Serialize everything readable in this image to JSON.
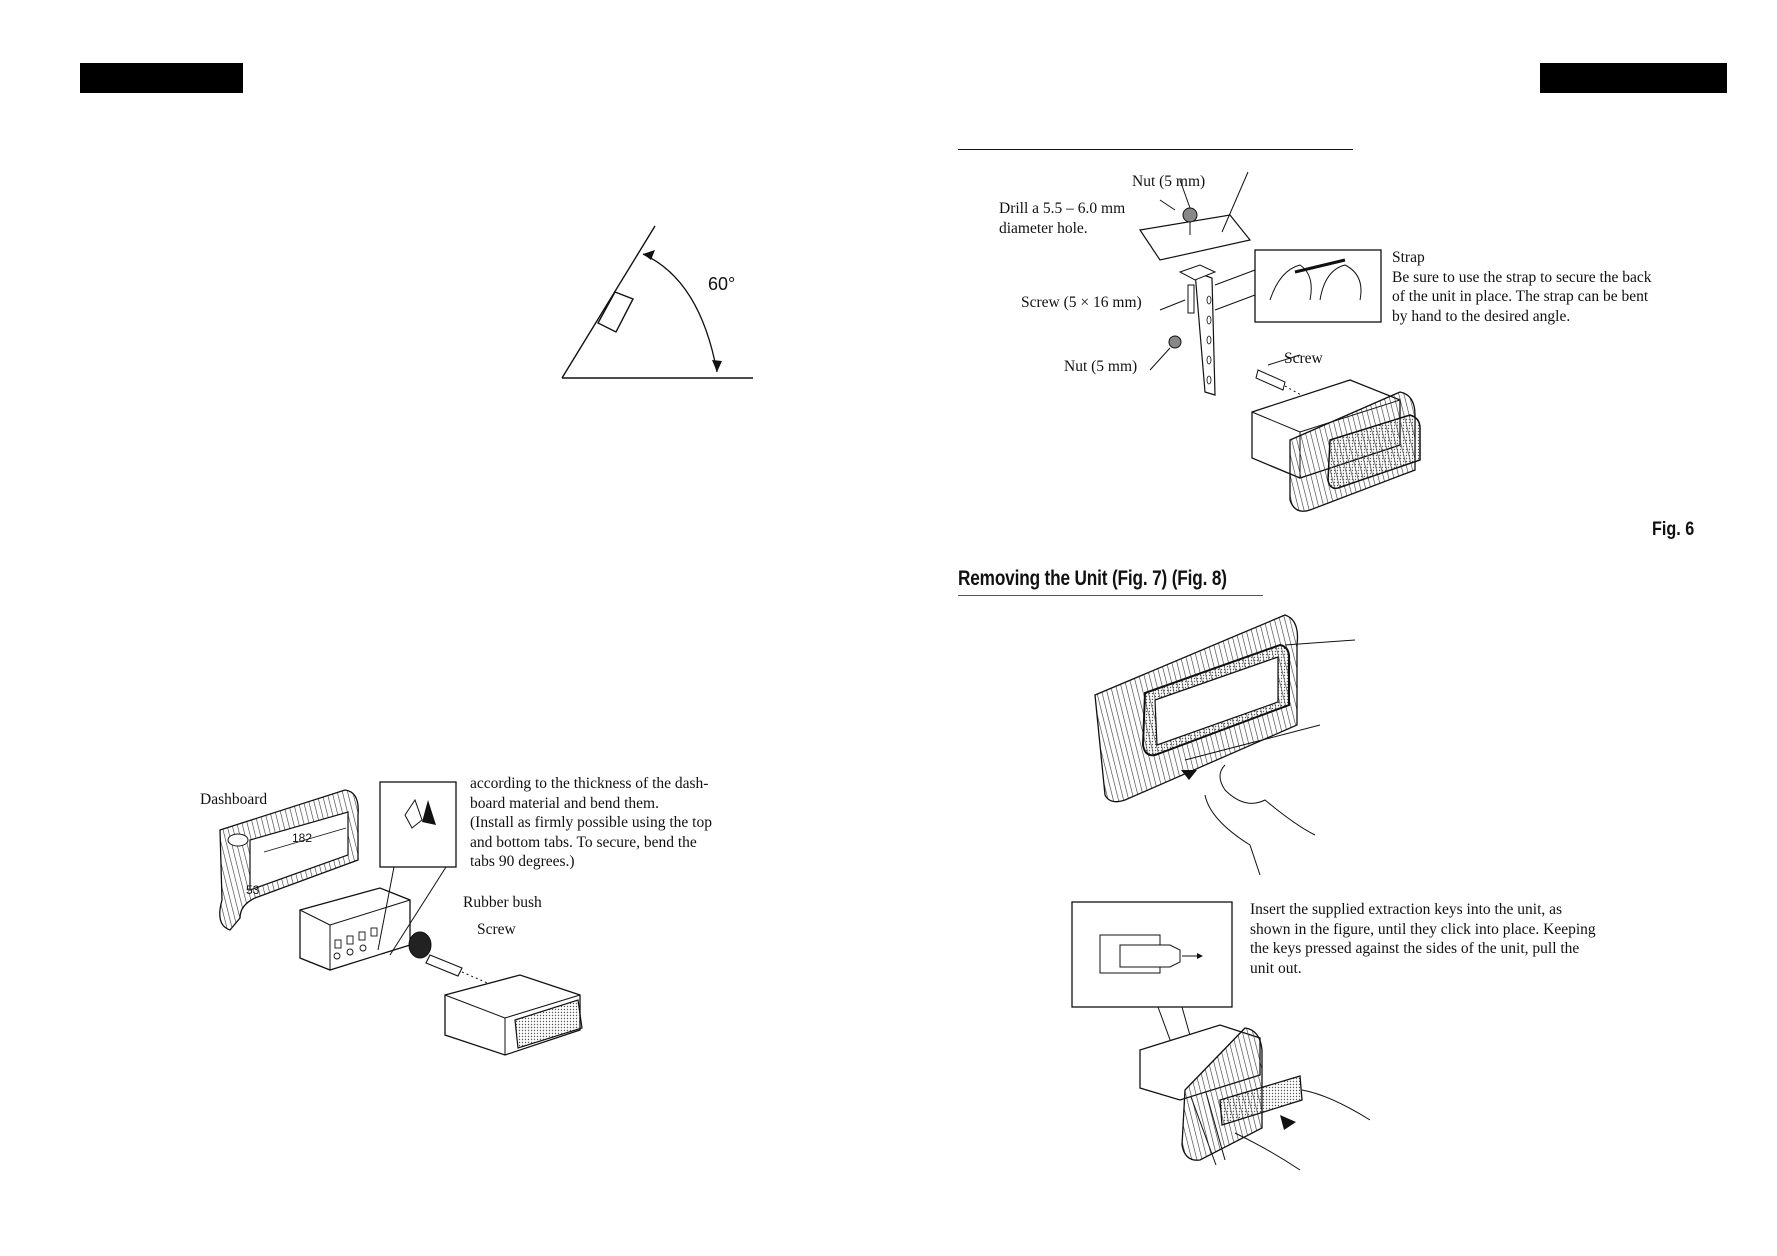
{
  "angle_figure": {
    "angle_label": "60°"
  },
  "fig5": {
    "dashboard_label": "Dashboard",
    "dim_width": "182",
    "dim_height": "53",
    "instruction_lines": [
      "according to the thickness of the dash-",
      "board material and bend them.",
      "(Install as firmly possible using the top",
      "and bottom tabs. To secure, bend the",
      "tabs 90 degrees.)"
    ],
    "rubber_bush_label": "Rubber bush",
    "screw_label": "Screw"
  },
  "fig6": {
    "nut_top_label": "Nut (5 mm)",
    "drill_lines": [
      "Drill a 5.5 – 6.0 mm",
      "diameter hole."
    ],
    "screw_5x16_label": "Screw (5 × 16 mm)",
    "nut_bottom_label": "Nut (5 mm)",
    "strap_title": "Strap",
    "strap_lines": [
      "Be sure to use the strap to secure the back",
      "of the unit in place. The strap can be bent",
      "by hand to the desired angle."
    ],
    "screw_label": "Screw",
    "fig_label": "Fig. 6"
  },
  "removing": {
    "heading": "Removing the Unit (Fig. 7) (Fig. 8)",
    "instruction_lines": [
      "Insert the supplied extraction keys into the unit, as",
      "shown in the figure, until they click into place. Keeping",
      "the keys pressed against the sides of the unit, pull the",
      "unit out."
    ]
  }
}
